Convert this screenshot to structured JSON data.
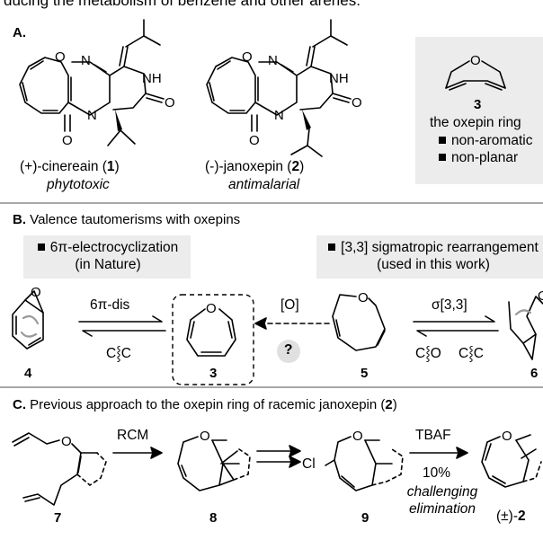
{
  "top_text": "ducing the metabolism of benzene and other arenes.",
  "panel_a": {
    "label": "A.",
    "compound1": {
      "name_prefix": "(+)-cinereain (",
      "number": "1",
      "name_suffix": ")",
      "activity": "phytotoxic"
    },
    "compound2": {
      "name_prefix": "(-)-janoxepin (",
      "number": "2",
      "name_suffix": ")",
      "activity": "antimalarial"
    },
    "box": {
      "number": "3",
      "title": "the oxepin ring",
      "props": [
        "non-aromatic",
        "non-planar"
      ]
    }
  },
  "panel_b": {
    "label": "B.",
    "title": "Valence tautomerisms with oxepins",
    "left_note": {
      "line1": "6π-electrocyclization",
      "line2": "(in Nature)"
    },
    "right_note": {
      "line1": "[3,3] sigmatropic rearrangement",
      "line2": "(used in this work)"
    },
    "arrow1_label": "6π-dis",
    "arrow1_sub": "C⸾C",
    "arrow2_label": "[O]",
    "arrow2_question": "?",
    "arrow3_label": "σ[3,3]",
    "arrow3_sub1": "C⸾O",
    "arrow3_sub2": "C⸾C",
    "numbers": [
      "4",
      "3",
      "5",
      "6"
    ]
  },
  "panel_c": {
    "label": "C.",
    "title": "Previous approach to the oxepin ring of racemic janoxepin (",
    "title_number": "2",
    "title_end": ")",
    "rcm": "RCM",
    "cl": "Cl",
    "tbaf": "TBAF",
    "yield": "10%",
    "note_line1": "challenging",
    "note_line2": "elimination",
    "final_prefix": "(±)-",
    "final_number": "2",
    "numbers": [
      "7",
      "8",
      "9"
    ]
  }
}
